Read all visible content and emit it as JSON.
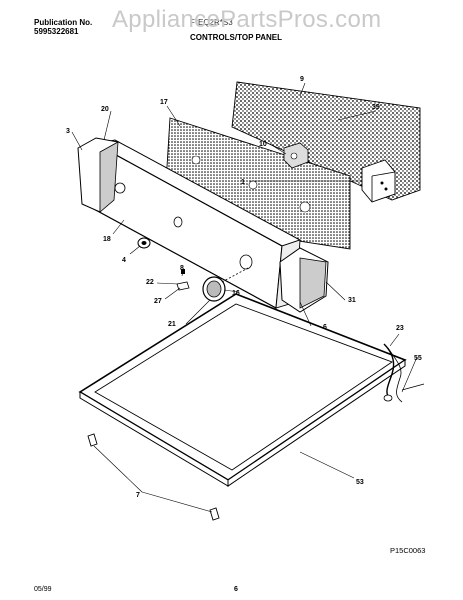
{
  "header": {
    "publication_label": "Publication No.",
    "publication_number": "5995322681",
    "model": "F*EQ2R*S3",
    "section_title": "CONTROLS/TOP PANEL"
  },
  "watermark": "AppliancePartsPros.com",
  "diagram_code": "P15C0063",
  "footer": {
    "date": "05/99",
    "page": "6"
  },
  "callouts": [
    "9",
    "20",
    "17",
    "39",
    "3",
    "10",
    "1",
    "18",
    "4",
    "22",
    "8",
    "27",
    "16",
    "21",
    "31",
    "6",
    "23",
    "55",
    "53",
    "7"
  ]
}
